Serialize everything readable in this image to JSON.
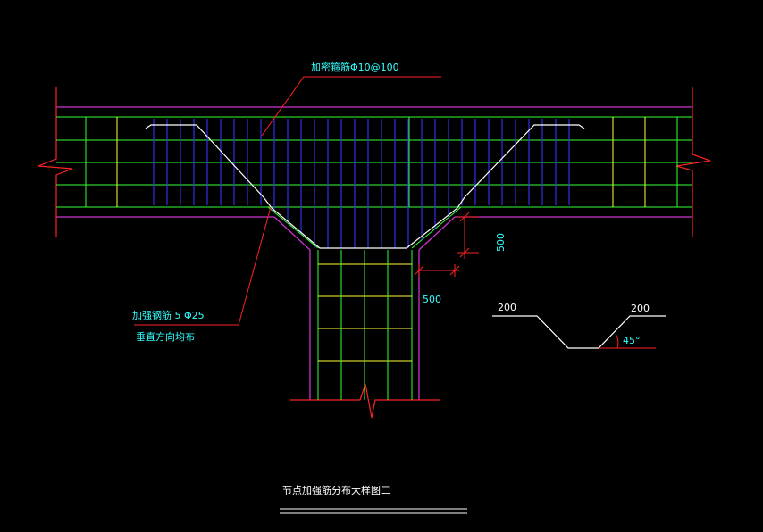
{
  "annotations": {
    "stirrup_label": "加密箍筋Φ10@100",
    "rebar_label": "加强钢筋 5 Φ25",
    "rebar_note": "垂直方向均布"
  },
  "dimensions": {
    "vertical_500": "500",
    "horizontal_500": "500",
    "bend_left_200": "200",
    "bend_right_200": "200",
    "bend_angle": "45°"
  },
  "title": "节点加强筋分布大样图二",
  "colors": {
    "background": "#000000",
    "outline": "#cc33cc",
    "grid_green": "#33ff33",
    "grid_yellow": "#ffff33",
    "stirrup_blue": "#3333ff",
    "leader_red": "#ff2222",
    "rebar_white": "#ffffff",
    "text_cyan": "#33ffff"
  }
}
